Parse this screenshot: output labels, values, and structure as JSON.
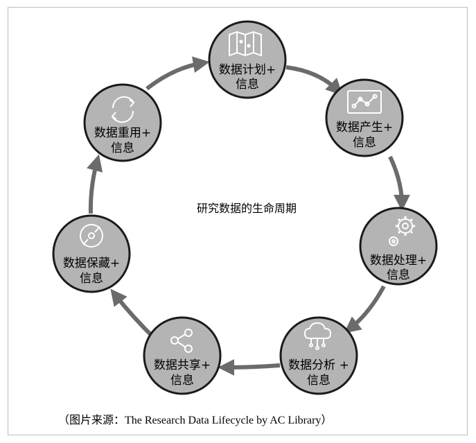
{
  "center_label": "研究数据的生命周期",
  "caption": "（图片来源：The Research Data Lifecycle by AC Library）",
  "colors": {
    "node_fill": "#b4b4b4",
    "node_stroke": "#1a1a1a",
    "arrow": "#6b6b6b",
    "icon": "#ffffff"
  },
  "stages": [
    {
      "line1": "数据计划+",
      "line2": "信息",
      "icon": "map-icon"
    },
    {
      "line1": "数据产生+",
      "line2": "信息",
      "icon": "chart-screen-icon"
    },
    {
      "line1": "数据处理+",
      "line2": "信息",
      "icon": "gears-icon"
    },
    {
      "line1": "数据分析 +",
      "line2": "信息",
      "icon": "cloud-network-icon"
    },
    {
      "line1": "数据共享+",
      "line2": "信息",
      "icon": "share-icon"
    },
    {
      "line1": "数据保藏+",
      "line2": "信息",
      "icon": "disc-icon"
    },
    {
      "line1": "数据重用+",
      "line2": "信息",
      "icon": "refresh-icon"
    }
  ]
}
